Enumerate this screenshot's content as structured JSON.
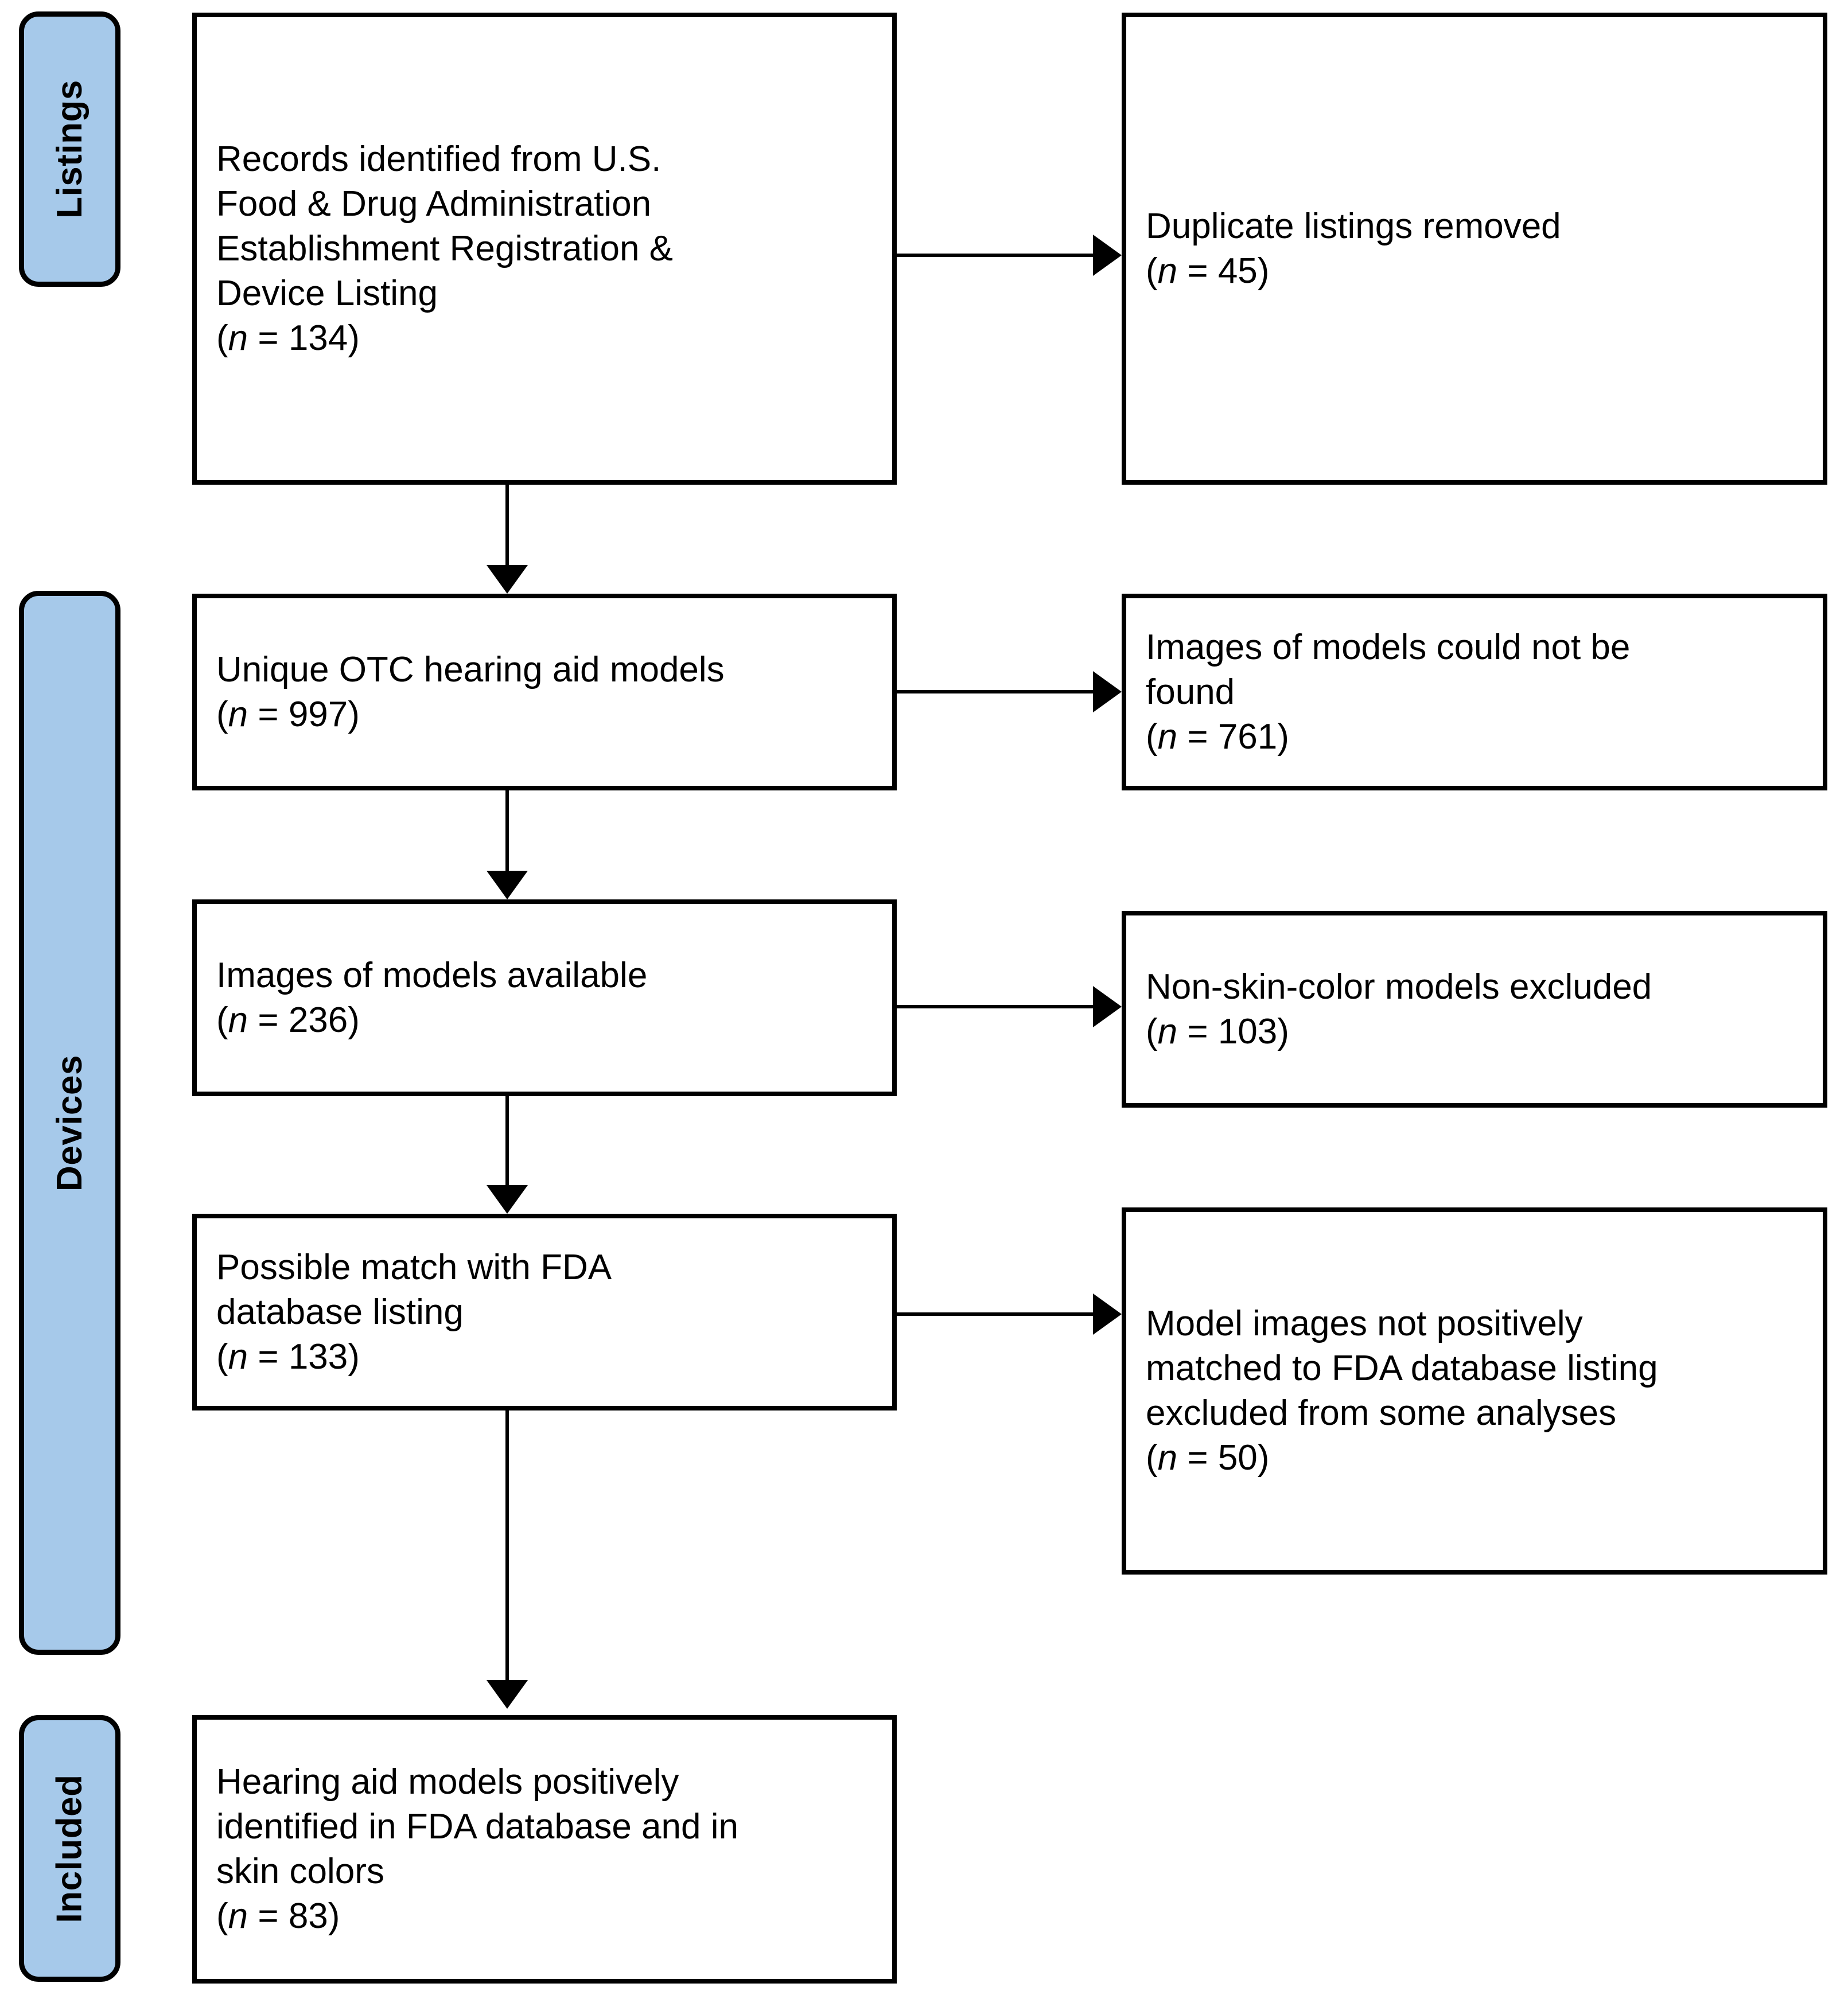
{
  "diagram": {
    "title": "PRISMA-style flow diagram of OTC hearing aid listing and device selection",
    "accent_color": "#a6c9ea",
    "line_color": "#000000",
    "background_color": "#ffffff"
  },
  "stages": [
    {
      "id": "listings",
      "label": "Listings"
    },
    {
      "id": "devices",
      "label": "Devices"
    },
    {
      "id": "included",
      "label": "Included"
    }
  ],
  "boxes": {
    "records_identified": {
      "text": "Records identified from U.S.\nFood & Drug Administration\nEstablishment Registration &\nDevice Listing",
      "count_prefix": "(",
      "count_n": "n",
      "count_eq": " = ",
      "count_value": "134",
      "count_suffix": ")"
    },
    "duplicates_removed": {
      "text": "Duplicate listings removed",
      "count_prefix": "(",
      "count_n": "n",
      "count_eq": " = ",
      "count_value": "45",
      "count_suffix": ")"
    },
    "unique_models": {
      "text": "Unique OTC hearing aid models",
      "count_prefix": "(",
      "count_n": "n",
      "count_eq": " = ",
      "count_value": "997",
      "count_suffix": ")"
    },
    "images_not_found": {
      "text": "Images of models could not be\nfound",
      "count_prefix": "(",
      "count_n": "n",
      "count_eq": " = ",
      "count_value": "761",
      "count_suffix": ")"
    },
    "images_available": {
      "text": "Images of models available",
      "count_prefix": "(",
      "count_n": "n",
      "count_eq": " = ",
      "count_value": "236",
      "count_suffix": ")"
    },
    "non_skin_excluded": {
      "text": "Non-skin-color models excluded",
      "count_prefix": "(",
      "count_n": "n",
      "count_eq": " = ",
      "count_value": "103",
      "count_suffix": ")"
    },
    "possible_match": {
      "text": "Possible match with FDA\ndatabase listing",
      "count_prefix": "(",
      "count_n": "n",
      "count_eq": " = ",
      "count_value": "133",
      "count_suffix": ")"
    },
    "not_matched_excluded": {
      "text": "Model images not positively\nmatched to FDA database listing\nexcluded from some analyses",
      "count_prefix": "(",
      "count_n": "n",
      "count_eq": " = ",
      "count_value": "50",
      "count_suffix": ")"
    },
    "included_models": {
      "text": "Hearing aid models positively\nidentified in FDA database and in\nskin colors",
      "count_prefix": "(",
      "count_n": "n",
      "count_eq": " = ",
      "count_value": "83",
      "count_suffix": ")"
    }
  },
  "chart_data": {
    "type": "diagram",
    "title": "PRISMA flow of OTC hearing aid records",
    "nodes": [
      {
        "id": "records_identified",
        "stage": "Listings",
        "label": "Records identified from U.S. Food & Drug Administration Establishment Registration & Device Listing",
        "n": 134
      },
      {
        "id": "duplicates_removed",
        "stage": "Listings",
        "label": "Duplicate listings removed",
        "n": 45
      },
      {
        "id": "unique_models",
        "stage": "Devices",
        "label": "Unique OTC hearing aid models",
        "n": 997
      },
      {
        "id": "images_not_found",
        "stage": "Devices",
        "label": "Images of models could not be found",
        "n": 761
      },
      {
        "id": "images_available",
        "stage": "Devices",
        "label": "Images of models available",
        "n": 236
      },
      {
        "id": "non_skin_excluded",
        "stage": "Devices",
        "label": "Non-skin-color models excluded",
        "n": 103
      },
      {
        "id": "possible_match",
        "stage": "Devices",
        "label": "Possible match with FDA database listing",
        "n": 133
      },
      {
        "id": "not_matched_excluded",
        "stage": "Devices",
        "label": "Model images not positively matched to FDA database listing excluded from some analyses",
        "n": 50
      },
      {
        "id": "included_models",
        "stage": "Included",
        "label": "Hearing aid models positively identified in FDA database and in skin colors",
        "n": 83
      }
    ],
    "edges": [
      {
        "from": "records_identified",
        "to": "duplicates_removed",
        "direction": "right"
      },
      {
        "from": "records_identified",
        "to": "unique_models",
        "direction": "down"
      },
      {
        "from": "unique_models",
        "to": "images_not_found",
        "direction": "right"
      },
      {
        "from": "unique_models",
        "to": "images_available",
        "direction": "down"
      },
      {
        "from": "images_available",
        "to": "non_skin_excluded",
        "direction": "right"
      },
      {
        "from": "images_available",
        "to": "possible_match",
        "direction": "down"
      },
      {
        "from": "possible_match",
        "to": "not_matched_excluded",
        "direction": "right"
      },
      {
        "from": "possible_match",
        "to": "included_models",
        "direction": "down"
      }
    ]
  }
}
